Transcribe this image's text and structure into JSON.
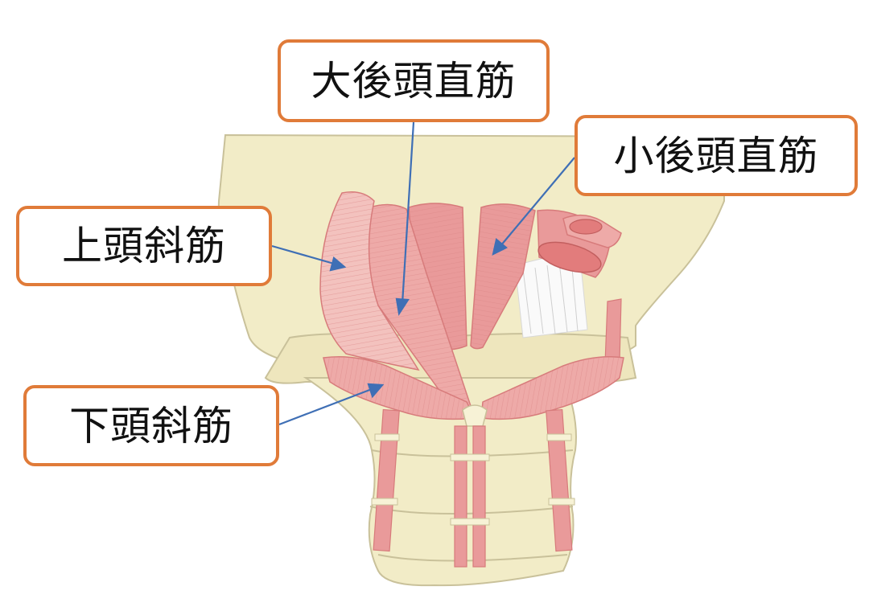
{
  "labels": {
    "rectus_capitis_posterior_major": "大後頭直筋",
    "rectus_capitis_posterior_minor": "小後頭直筋",
    "obliquus_capitis_superior": "上頭斜筋",
    "obliquus_capitis_inferior": "下頭斜筋"
  },
  "colors": {
    "label_border": "#e07b39",
    "leader_line": "#3f6fb5",
    "bone": "#f2ecc7",
    "bone_outline": "#c9c19a",
    "muscle": "#e99a9a",
    "muscle_light": "#f3c2be",
    "muscle_dark": "#d77b7b"
  }
}
